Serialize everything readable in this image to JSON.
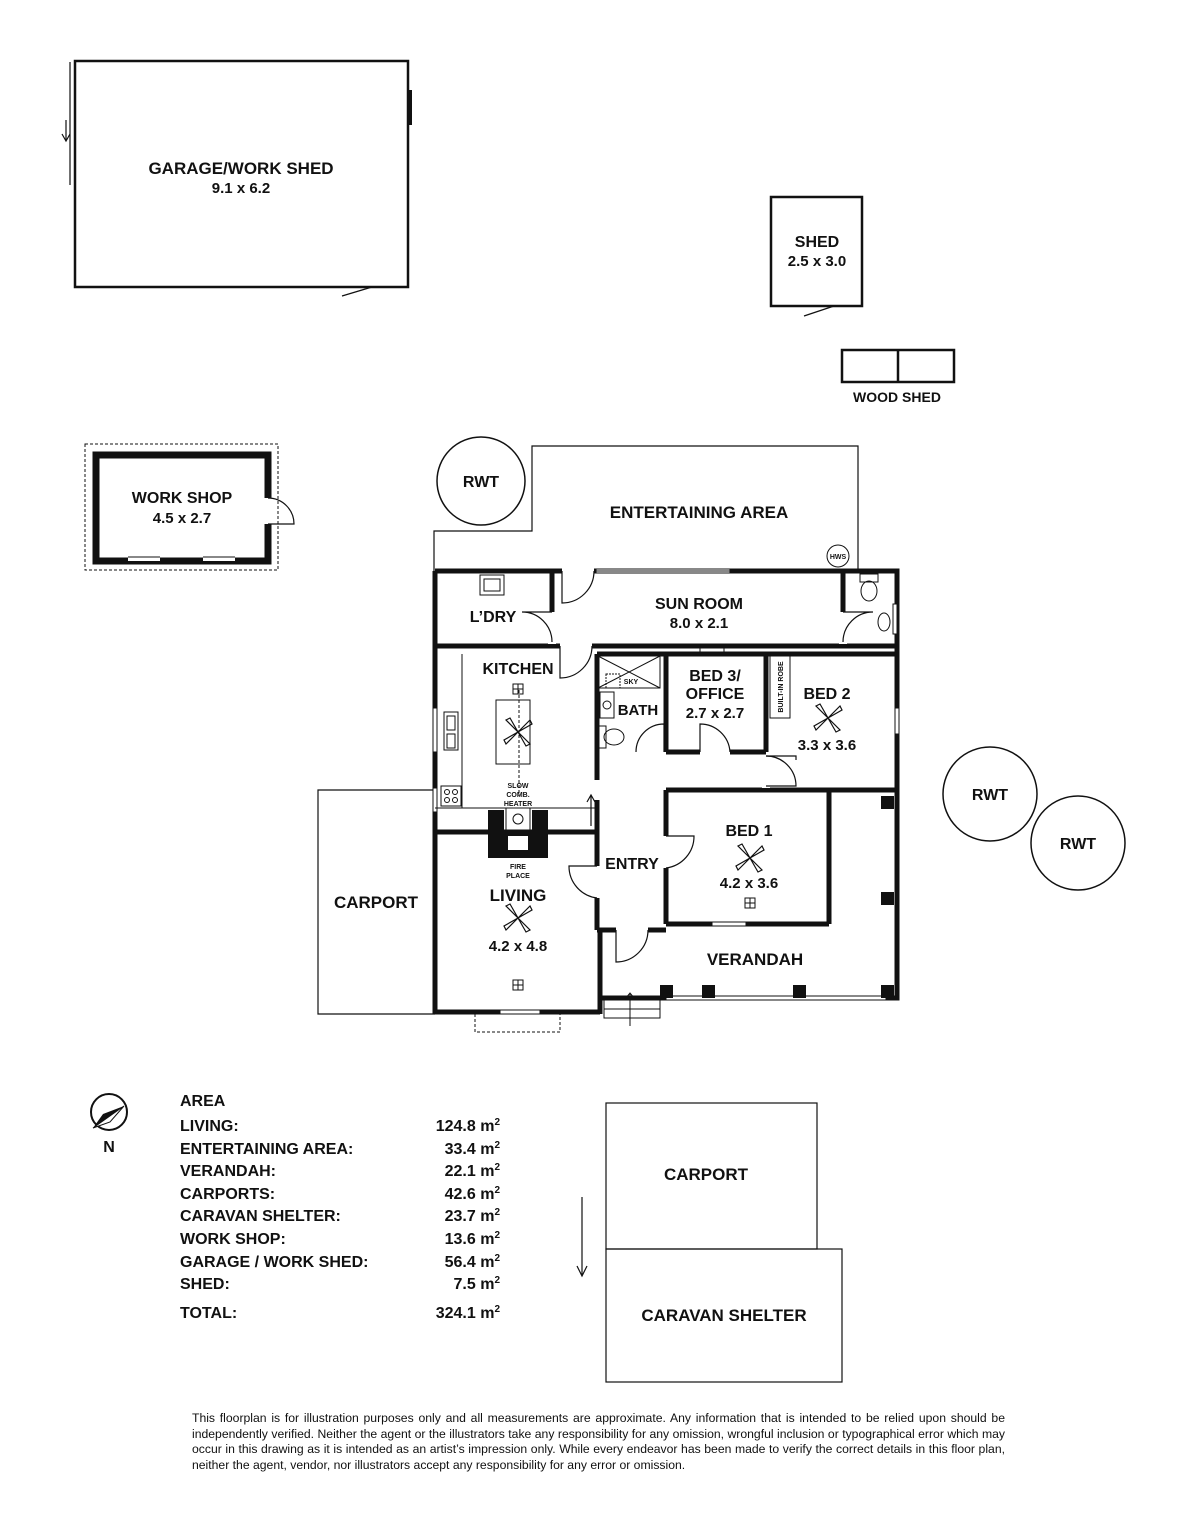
{
  "rooms": {
    "garage": {
      "name": "GARAGE/WORK SHED",
      "dims": "9.1 x 6.2"
    },
    "shed": {
      "name": "SHED",
      "dims": "2.5 x 3.0"
    },
    "wood_shed": {
      "name": "WOOD SHED"
    },
    "workshop": {
      "name": "WORK SHOP",
      "dims": "4.5 x 2.7"
    },
    "rwt": "RWT",
    "entertaining": {
      "name": "ENTERTAINING AREA"
    },
    "hws": "HWS",
    "laundry": {
      "name": "L’DRY"
    },
    "sunroom": {
      "name": "SUN ROOM",
      "dims": "8.0 x 2.1"
    },
    "kitchen": {
      "name": "KITCHEN"
    },
    "sky": "SKY",
    "bath": {
      "name": "BATH"
    },
    "bed3": {
      "name_line1": "BED 3/",
      "name_line2": "OFFICE",
      "dims": "2.7 x 2.7"
    },
    "robe": "BUILT-IN ROBE",
    "bed2": {
      "name": "BED 2",
      "dims": "3.3 x 3.6"
    },
    "heater": {
      "line1": "SLOW",
      "line2": "COMB.",
      "line3": "HEATER"
    },
    "fireplace": {
      "line1": "FIRE",
      "line2": "PLACE"
    },
    "carport_left": {
      "name": "CARPORT"
    },
    "living": {
      "name": "LIVING",
      "dims": "4.2 x 4.8"
    },
    "entry": {
      "name": "ENTRY"
    },
    "bed1": {
      "name": "BED 1",
      "dims": "4.2 x 3.6"
    },
    "verandah": {
      "name": "VERANDAH"
    },
    "carport_right": {
      "name": "CARPORT"
    },
    "caravan": {
      "name": "CARAVAN SHELTER"
    }
  },
  "compass": {
    "label": "N"
  },
  "area": {
    "title": "AREA",
    "rows": [
      {
        "label": "LIVING:",
        "value": "124.8 m",
        "unit_sup": "2"
      },
      {
        "label": "ENTERTAINING AREA:",
        "value": "33.4 m",
        "unit_sup": "2"
      },
      {
        "label": "VERANDAH:",
        "value": "22.1 m",
        "unit_sup": "2"
      },
      {
        "label": "CARPORTS:",
        "value": "42.6 m",
        "unit_sup": "2"
      },
      {
        "label": "CARAVAN SHELTER:",
        "value": "23.7 m",
        "unit_sup": "2"
      },
      {
        "label": "WORK SHOP:",
        "value": "13.6 m",
        "unit_sup": "2"
      },
      {
        "label": "GARAGE / WORK SHED:",
        "value": "56.4 m",
        "unit_sup": "2"
      },
      {
        "label": "SHED:",
        "value": "7.5 m",
        "unit_sup": "2"
      }
    ],
    "total": {
      "label": "TOTAL:",
      "value": "324.1 m",
      "unit_sup": "2"
    }
  },
  "disclaimer": "This floorplan is for illustration purposes only and all measurements are approximate. Any information that is intended to be relied upon should be independently verified. Neither the agent or the illustrators take any responsibility for any omission, wrongful inclusion or typographical error which may occur in this drawing as it is intended as an artist’s impression only. While every endeavor has been made to verify the correct details in this floor plan, neither the agent, vendor, nor illustrators accept any responsibility for any error or omission."
}
